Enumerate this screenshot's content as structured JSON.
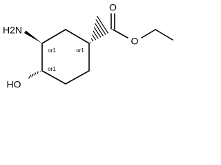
{
  "molecule": {
    "atoms": {
      "amino": "H2N",
      "hydroxyl": "HO",
      "carbonyl_oxygen": "O",
      "ester_oxygen": "O"
    },
    "stereo_labels": {
      "c3": "or1",
      "c4": "or1",
      "c1": "or1"
    }
  }
}
